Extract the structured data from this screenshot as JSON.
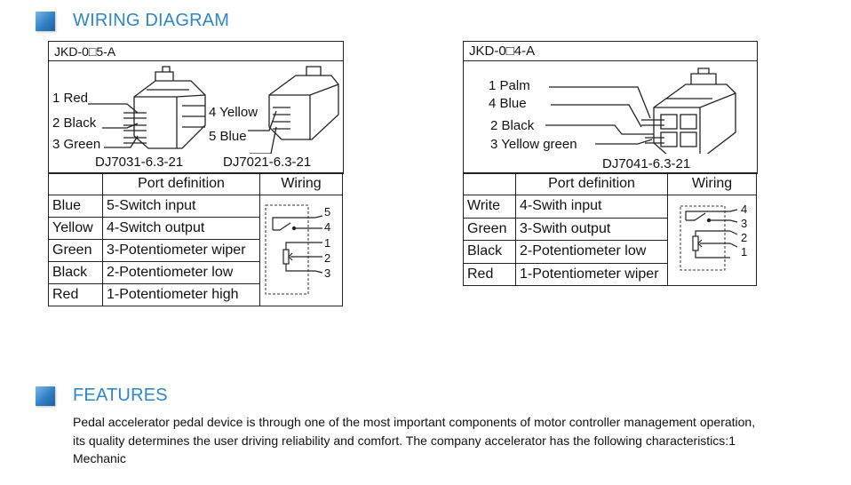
{
  "wiring_section": {
    "title": "WIRING DIAGRAM"
  },
  "features_section": {
    "title": "FEATURES",
    "body": "Pedal accelerator pedal device is through one of the most important components of motor controller management operation, its quality determines the user driving reliability and comfort. The company accelerator has the following characteristics:1 Mechanic"
  },
  "panel_left": {
    "model": "JKD-0□5-A",
    "pins_left": [
      "1 Red",
      "2 Black",
      "3 Green"
    ],
    "pins_right": [
      "4 Yellow",
      "5 Blue"
    ],
    "part_left": "DJ7031-6.3-21",
    "part_right": "DJ7021-6.3-21",
    "headers": {
      "port": "Port definition",
      "wiring": "Wiring"
    },
    "rows": [
      {
        "color": "Blue",
        "port": "5-Switch input"
      },
      {
        "color": "Yellow",
        "port": "4-Switch output"
      },
      {
        "color": "Green",
        "port": "3-Potentiometer wiper"
      },
      {
        "color": "Black",
        "port": "2-Potentiometer low"
      },
      {
        "color": "Red",
        "port": "1-Potentiometer high"
      }
    ],
    "wiring_numbers": [
      "5",
      "4",
      "1",
      "2",
      "3"
    ]
  },
  "panel_right": {
    "model": "JKD-0□4-A",
    "pins": [
      "1 Palm",
      "4 Blue",
      "2 Black",
      "3 Yellow green"
    ],
    "part": "DJ7041-6.3-21",
    "headers": {
      "port": "Port definition",
      "wiring": "Wiring"
    },
    "rows": [
      {
        "color": "Write",
        "port": "4-Swith input"
      },
      {
        "color": "Green",
        "port": "3-Swith output"
      },
      {
        "color": "Black",
        "port": "2-Potentiometer low"
      },
      {
        "color": "Red",
        "port": "1-Potentiometer wiper"
      }
    ],
    "wiring_numbers": [
      "4",
      "3",
      "2",
      "1"
    ]
  }
}
